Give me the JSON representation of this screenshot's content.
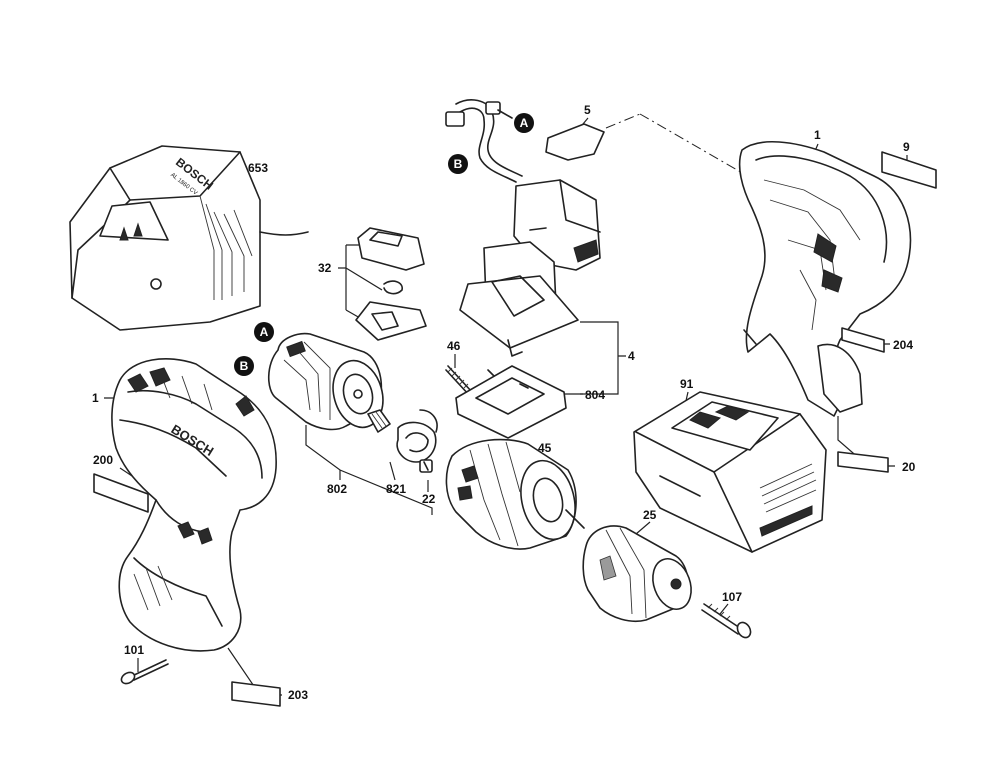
{
  "labels": {
    "p653": "653",
    "p5": "5",
    "p1_top": "1",
    "p9": "9",
    "p32": "32",
    "p4": "4",
    "p46": "46",
    "p804": "804",
    "p204": "204",
    "p91": "91",
    "p1_left": "1",
    "p200": "200",
    "p802": "802",
    "p821": "821",
    "p22": "22",
    "p45": "45",
    "p20": "20",
    "p25": "25",
    "p107": "107",
    "p101": "101",
    "p203": "203"
  },
  "connectors": {
    "a_top": "A",
    "b_top": "B",
    "a_motor": "A",
    "b_motor": "B"
  },
  "logos": {
    "charger_brand": "BOSCH",
    "charger_model": "AL 1860 CV",
    "housing_brand": "BOSCH"
  }
}
